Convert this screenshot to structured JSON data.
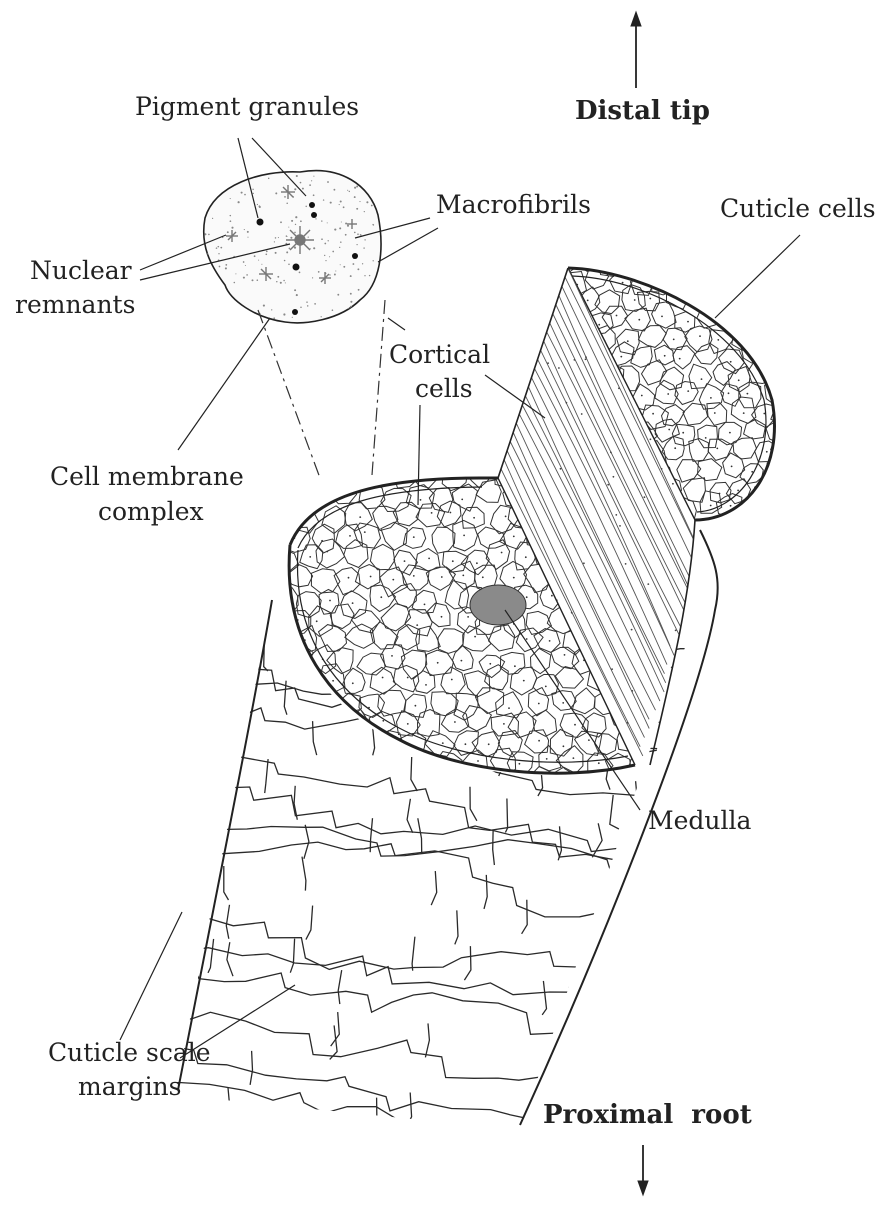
{
  "figure": {
    "labels": {
      "distal_tip": "Distal tip",
      "proximal_root": "Proximal  root",
      "pigment_granules": "Pigment granules",
      "macrofibrils": "Macrofibrils",
      "cuticle_cells": "Cuticle cells",
      "nuclear_remnants_line1": "Nuclear",
      "nuclear_remnants_line2": "remnants",
      "cortical_cells_line1": "Cortical",
      "cortical_cells_line2": "cells",
      "cell_membrane_complex_line1": "Cell membrane",
      "cell_membrane_complex_line2": "complex",
      "medulla": "Medulla",
      "cuticle_scale_margins_line1": "Cuticle scale",
      "cuticle_scale_margins_line2": "margins"
    },
    "colors": {
      "ink": "#222222",
      "stipple": "#555555",
      "medulla_fill": "#8a8a8a"
    }
  }
}
